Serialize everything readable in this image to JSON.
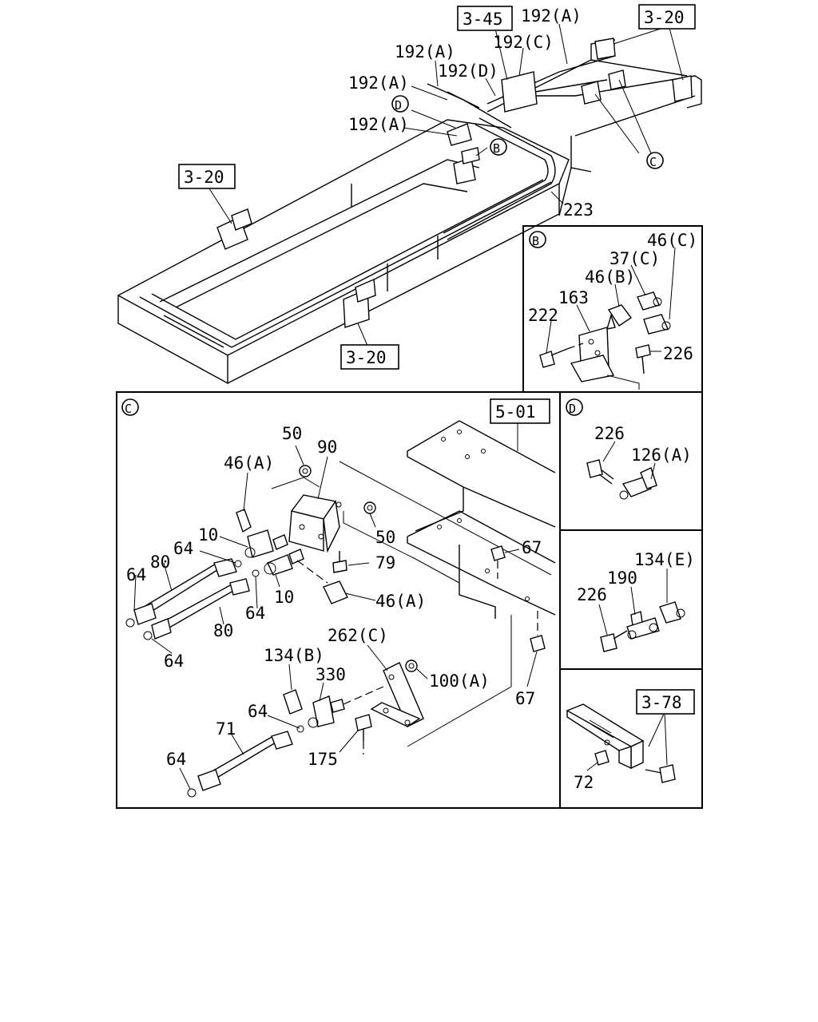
{
  "diagram": {
    "frame_refs": {
      "top_left": "3-20",
      "top_right": "3-20",
      "bottom": "3-20",
      "center_top": "3-45",
      "panel_c_plate": "5-01",
      "panel_d2_bracket": "3-78"
    },
    "overview_labels": {
      "hose_a1": "192(A)",
      "hose_a2": "192(A)",
      "hose_a3": "192(A)",
      "hose_a4": "192(A)",
      "hose_c": "192(C)",
      "hose_d": "192(D)",
      "pipe": "223"
    },
    "callouts": {
      "b": "B",
      "c": "C",
      "d": "D"
    },
    "panel_b": {
      "tag": "B",
      "parts": {
        "p46c": "46(C)",
        "p37c": "37(C)",
        "p46b": "46(B)",
        "p163": "163",
        "p222": "222",
        "p226": "226"
      }
    },
    "panel_c": {
      "tag": "C",
      "parts": {
        "p50a": "50",
        "p90": "90",
        "p46a_top": "46(A)",
        "p10a": "10",
        "p64a": "64",
        "p80a": "80",
        "p64b": "64",
        "p50b": "50",
        "p67a": "67",
        "p79": "79",
        "p10b": "10",
        "p46a_bot": "46(A)",
        "p64c": "64",
        "p80b": "80",
        "p64d": "64",
        "p262c": "262(C)",
        "p134b": "134(B)",
        "p330": "330",
        "p100a": "100(A)",
        "p67b": "67",
        "p64e": "64",
        "p71": "71",
        "p175": "175",
        "p64f": "64"
      }
    },
    "panel_d": {
      "tag": "D",
      "parts": {
        "p226": "226",
        "p126a": "126(A)"
      }
    },
    "panel_e": {
      "parts": {
        "p134e": "134(E)",
        "p190": "190",
        "p226": "226"
      }
    },
    "panel_f": {
      "parts": {
        "p72": "72"
      }
    }
  }
}
